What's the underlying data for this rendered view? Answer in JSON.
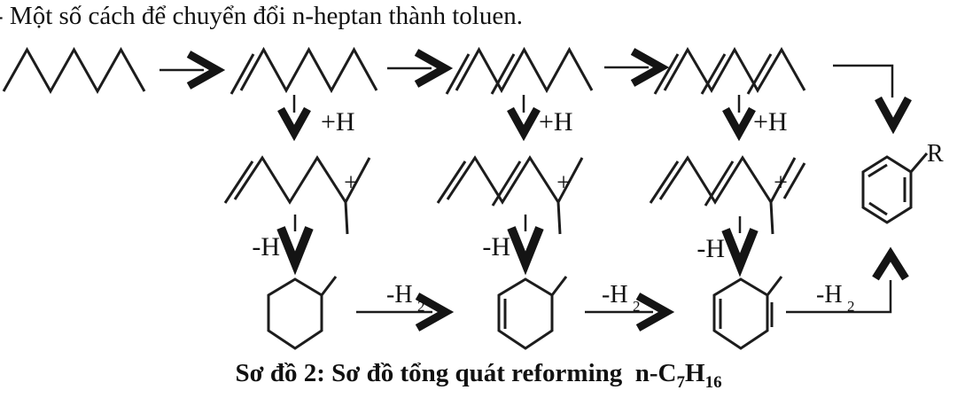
{
  "header": {
    "title": "- Một số cách để chuyển đổi n-heptan thành toluen."
  },
  "scheme": {
    "plus_h_labels": [
      "+H",
      "+H",
      "+H"
    ],
    "charge_labels": [
      "+",
      "+",
      "+"
    ],
    "minus_h_labels": [
      "-H",
      "-H",
      "-H"
    ],
    "minus_h2_labels": [
      {
        "base": "-H",
        "sub": "2"
      },
      {
        "base": "-H",
        "sub": "2"
      },
      {
        "base": "-H",
        "sub": "2"
      }
    ],
    "r_label": "R"
  },
  "caption": {
    "main": "Sơ đồ 2: Sơ đồ tổng quát reforming  n-C",
    "sub_carbon": "7",
    "hydrogen": "H",
    "sub_hydrogen": "16"
  }
}
